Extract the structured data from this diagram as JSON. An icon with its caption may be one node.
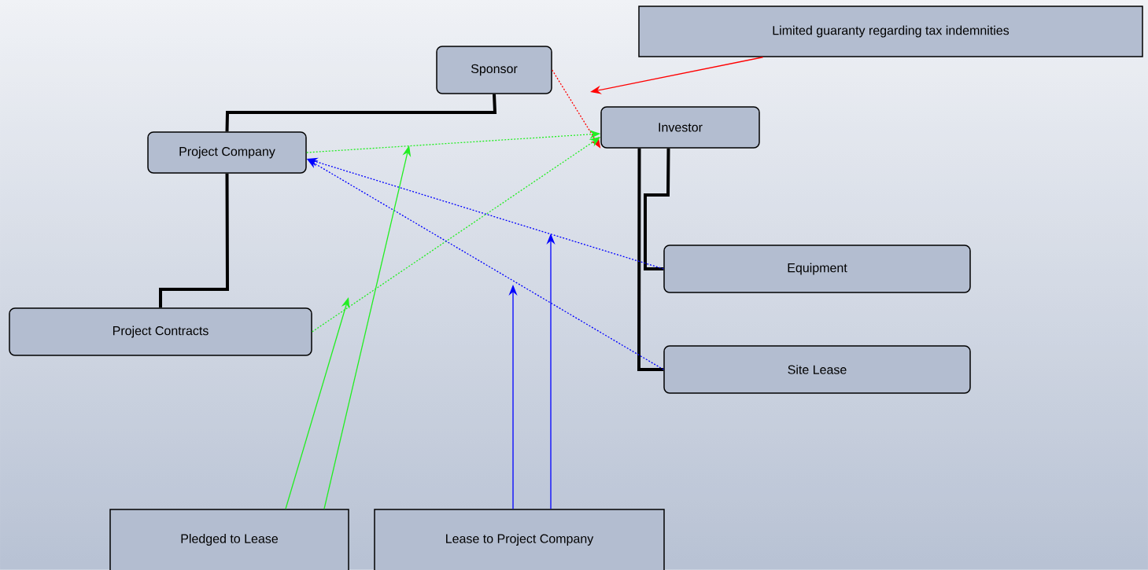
{
  "diagram": {
    "nodes": [
      {
        "text": [
          "Sponsor"
        ]
      },
      {
        "text": [
          "Limited guaranty regarding tax indemnities"
        ]
      },
      {
        "text": [
          "Investor"
        ]
      },
      {
        "text": [
          "Project Company"
        ]
      },
      {
        "text": [
          "Equipment"
        ]
      },
      {
        "text": [
          "Site Lease"
        ]
      },
      {
        "text": [
          "Project Contracts"
        ]
      },
      {
        "text": [
          "Pledged to Lease"
        ]
      },
      {
        "text": [
          "Lease to Project Company"
        ]
      }
    ],
    "edges": [
      {
        "from": 0,
        "to": 3,
        "arrow": "none",
        "style": "thick"
      },
      {
        "from": 3,
        "to": 6,
        "arrow": "none",
        "style": "thick"
      },
      {
        "from": 2,
        "to": 4,
        "arrow": "none",
        "style": "thick"
      },
      {
        "from": 2,
        "to": 5,
        "arrow": "none",
        "style": "thick"
      },
      {
        "from": 0,
        "to": 2,
        "arrow": "to",
        "style": "dashed",
        "color": "#ff0000"
      },
      {
        "from": 1,
        "to": null,
        "arrow": "to",
        "color": "#ff0000"
      },
      {
        "from": 3,
        "to": 2,
        "arrow": "to",
        "style": "dashed",
        "color": "#22ee22"
      },
      {
        "from": 6,
        "to": 2,
        "arrow": "to",
        "style": "dashed",
        "color": "#22ee22"
      },
      {
        "from": 4,
        "to": 3,
        "arrow": "to",
        "style": "dashed",
        "color": "#0000ff"
      },
      {
        "from": 5,
        "to": 3,
        "arrow": "to",
        "style": "dashed",
        "color": "#0000ff"
      },
      {
        "from": 7,
        "to": null,
        "arrow": "to",
        "color": "#22ee22"
      },
      {
        "from": 7,
        "to": null,
        "arrow": "to",
        "color": "#22ee22"
      },
      {
        "from": 8,
        "to": null,
        "arrow": "to",
        "color": "#0000ff"
      },
      {
        "from": 8,
        "to": null,
        "arrow": "to",
        "color": "#0000ff"
      }
    ]
  }
}
